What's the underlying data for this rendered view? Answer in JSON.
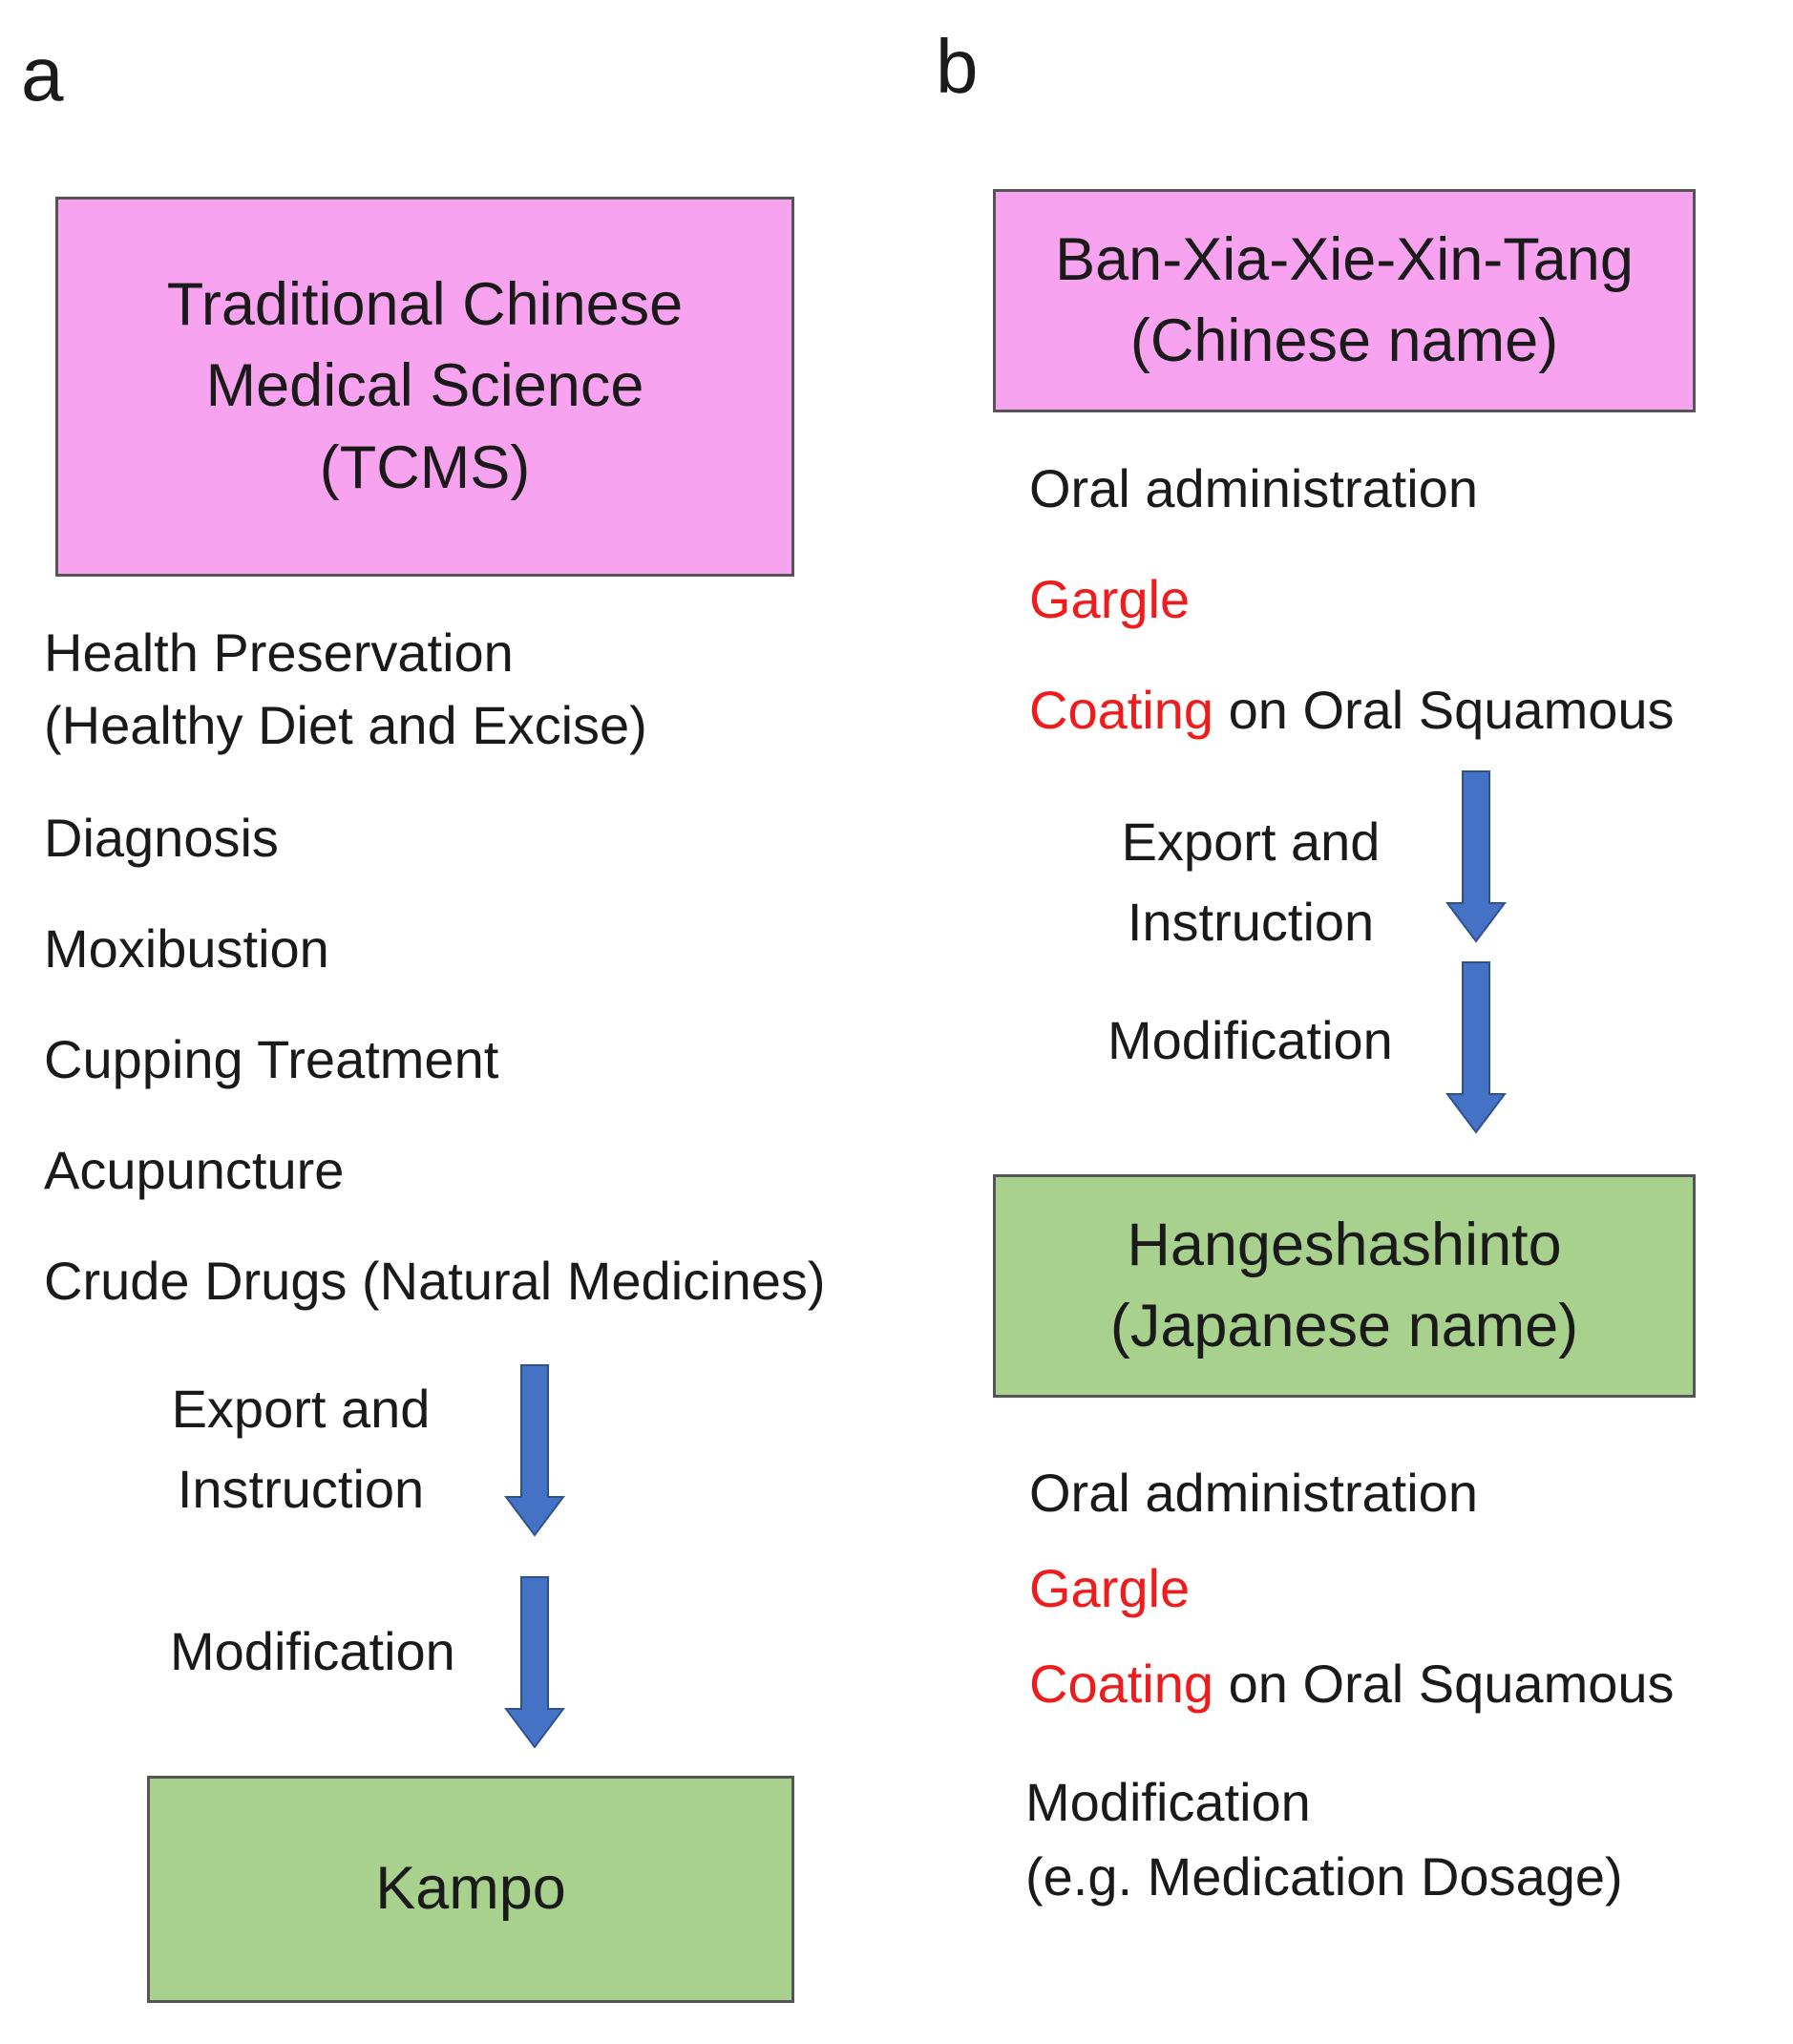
{
  "colors": {
    "box_pink": "#f8a3ef",
    "box_green": "#a9d18e",
    "arrow_blue": "#4472c4",
    "highlight_red": "#ee1c1c"
  },
  "panel_a": {
    "letter": "a",
    "top_box": {
      "line1": "Traditional Chinese",
      "line2": "Medical Science",
      "line3": "(TCMS)"
    },
    "items": [
      "Health Preservation",
      "(Healthy Diet and Excise)",
      "Diagnosis",
      "Moxibustion",
      "Cupping Treatment",
      "Acupuncture",
      "Crude Drugs (Natural Medicines)"
    ],
    "step1": {
      "line1": "Export and",
      "line2": "Instruction"
    },
    "step2": "Modification",
    "bottom_box": "Kampo"
  },
  "panel_b": {
    "letter": "b",
    "top_box": {
      "line1": "Ban-Xia-Xie-Xin-Tang",
      "line2": "(Chinese name)"
    },
    "top_items": {
      "oral": "Oral administration",
      "gargle": "Gargle",
      "coating": "Coating",
      "coating_rest": " on Oral Squamous"
    },
    "step1": {
      "line1": "Export and",
      "line2": "Instruction"
    },
    "step2": "Modification",
    "middle_box": {
      "line1": "Hangeshashinto",
      "line2": "(Japanese name)"
    },
    "bottom_items": {
      "oral": "Oral administration",
      "gargle": "Gargle",
      "coating": "Coating",
      "coating_rest": " on Oral Squamous",
      "modification": "Modification",
      "dosage": "(e.g. Medication Dosage)"
    }
  }
}
